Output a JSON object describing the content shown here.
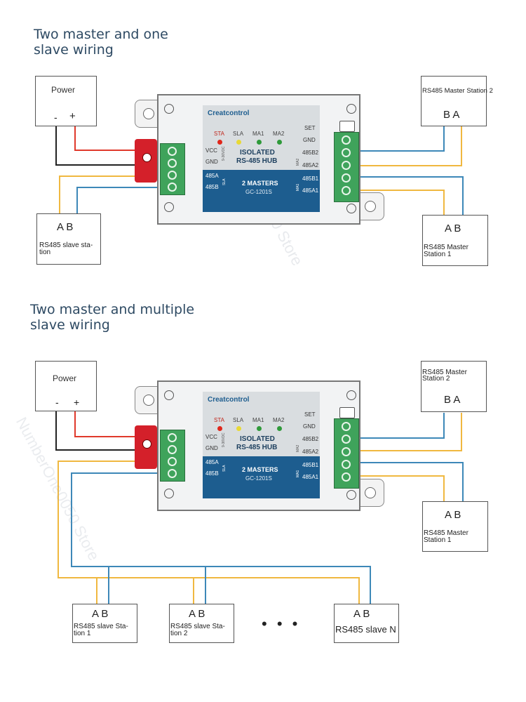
{
  "diagram1": {
    "title_line1": "Two master and one",
    "title_line2": "slave wiring",
    "power": {
      "label": "Power",
      "minus": "-",
      "plus": "+"
    },
    "slave": {
      "ab": "A  B",
      "label_line1": "RS485 slave sta-",
      "label_line2": "tion"
    },
    "master2": {
      "label": "RS485 Master Station 2",
      "ba": "B  A"
    },
    "master1": {
      "ab": "A  B",
      "label_line1": "RS485 Master",
      "label_line2": "Station 1"
    }
  },
  "diagram2": {
    "title_line1": "Two master and multiple",
    "title_line2": "slave wiring",
    "power": {
      "label": "Power",
      "minus": "-",
      "plus": "+"
    },
    "master2": {
      "label_line1": "RS485 Master",
      "label_line2": "Station 2",
      "ba": "B  A"
    },
    "master1": {
      "ab": "A  B",
      "label_line1": "RS485 Master",
      "label_line2": "Station 1"
    },
    "slaves": [
      {
        "ab": "A  B",
        "label_line1": "RS485 slave Sta-",
        "label_line2": "tion 1"
      },
      {
        "ab": "A  B",
        "label_line1": "RS485 slave Sta-",
        "label_line2": "tion 2"
      },
      {
        "ab": "A  B",
        "label_line1": "RS485 slave N",
        "label_line2": ""
      }
    ],
    "ellipsis": "• • •"
  },
  "device": {
    "brand": "Creatcontrol",
    "leds": [
      "STA",
      "SLA",
      "MA1",
      "MA2"
    ],
    "led_colors": [
      "#e0271b",
      "#e8d936",
      "#2f9a3a",
      "#2f9a3a"
    ],
    "name_line1": "ISOLATED",
    "name_line2": "RS-485 HUB",
    "masters": "2 MASTERS",
    "model": "GC-1201S",
    "left_terminals": [
      "VCC",
      "GND",
      "485A",
      "485B"
    ],
    "left_side_note_power": "9-36VDC",
    "left_side_note_sla": "SLA",
    "right_terminals": [
      "SET",
      "GND",
      "485B2",
      "485A2",
      "485B1",
      "485A1"
    ],
    "right_side_note_ma2": "MA2",
    "right_side_note_ma1": "MA1"
  },
  "colors": {
    "red_wire": "#e0392b",
    "black_wire": "#222222",
    "yellow_wire": "#f0b840",
    "blue_wire": "#3d88b8",
    "hub_blue": "#1d5d8f",
    "hub_grey": "#d9dde0",
    "terminal_green": "#3fa35b"
  },
  "watermark": "NumberOne0050 Store"
}
